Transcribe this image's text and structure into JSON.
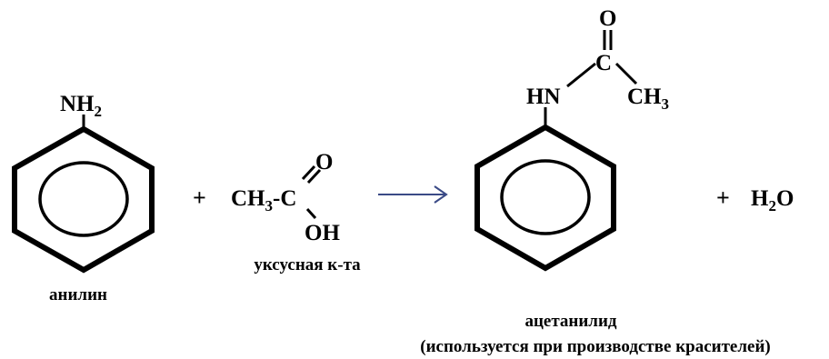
{
  "reactant_aniline": {
    "group": "NH",
    "group_sub": "2",
    "name": "анилин"
  },
  "plus_1": "+",
  "reactant_acid": {
    "methyl": "CH",
    "methyl_sub": "3",
    "carbon": "-C",
    "oxygen": "O",
    "hydroxyl": "OH",
    "name": "уксусная к-та"
  },
  "product_acetanilide": {
    "amine": "HN",
    "carbon": "C",
    "oxygen": "O",
    "methyl": "CH",
    "methyl_sub": "3",
    "name": "ацетанилид",
    "note": "(используется при производстве красителей)"
  },
  "plus_2": "+",
  "product_water": {
    "h": "H",
    "h_sub": "2",
    "o": "O"
  },
  "colors": {
    "ink": "#000000",
    "arrow": "#3a4a86",
    "background": "#ffffff"
  }
}
